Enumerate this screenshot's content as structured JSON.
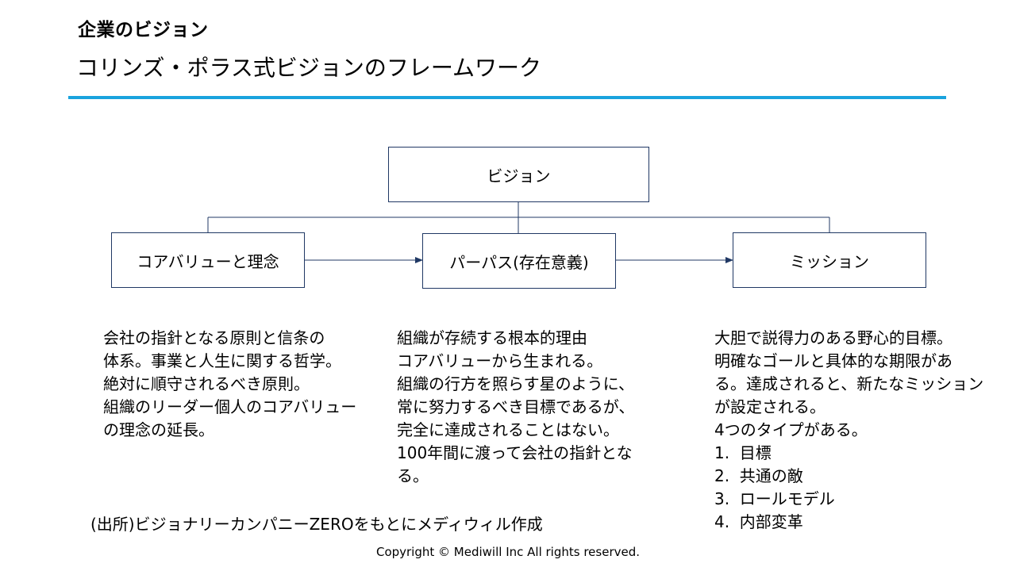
{
  "header": {
    "section_title": "企業のビジョン",
    "page_title": "コリンズ・ポラス式ビジョンのフレームワーク",
    "rule_color": "#1aa3de"
  },
  "diagram": {
    "root": {
      "label": "ビジョン"
    },
    "children": [
      {
        "label": "コアバリューと理念"
      },
      {
        "label": "パーパス(存在意義)"
      },
      {
        "label": "ミッション"
      }
    ],
    "line_color": "#203864"
  },
  "descriptions": [
    {
      "lines": [
        "会社の指針となる原則と信条の",
        "体系。事業と人生に関する哲学。",
        "絶対に順守されるべき原則。",
        "組織のリーダー個人のコアバリュー",
        "の理念の延長。"
      ]
    },
    {
      "lines": [
        "組織が存続する根本的理由",
        "コアバリューから生まれる。",
        "組織の行方を照らす星のように、",
        "常に努力するべき目標であるが、",
        "完全に達成されることはない。",
        "100年間に渡って会社の指針とな",
        "る。"
      ]
    },
    {
      "lines": [
        "大胆で説得力のある野心的目標。",
        "明確なゴールと具体的な期限があ",
        "る。達成されると、新たなミッション",
        "が設定される。",
        "4つのタイプがある。"
      ],
      "types": [
        "1.  目標",
        "2.  共通の敵",
        "3.  ロールモデル",
        "4.  内部変革"
      ]
    }
  ],
  "footer": {
    "source": "(出所)ビジョナリーカンパニーZEROをもとにメディウィル作成",
    "copyright": "Copyright © Mediwill Inc All rights reserved."
  }
}
